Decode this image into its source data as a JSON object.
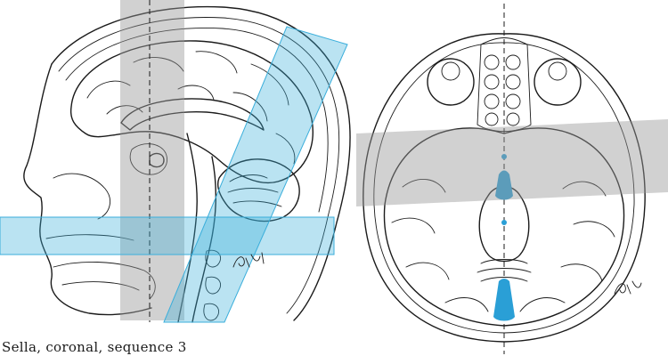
{
  "caption": "Sella, coronal, sequence 3",
  "colors": {
    "coronal_band": "#9a9a9a",
    "oblique_band": "#3aaedb",
    "axial_band": "#3aaedb",
    "csf_fill": "#2a9fd6",
    "ink": "#1b1b1b"
  },
  "views": {
    "left": {
      "type": "sagittal-head-illustration",
      "signature": "Gistler"
    },
    "right": {
      "type": "axial-brain-illustration",
      "signature": "Gistler"
    }
  }
}
